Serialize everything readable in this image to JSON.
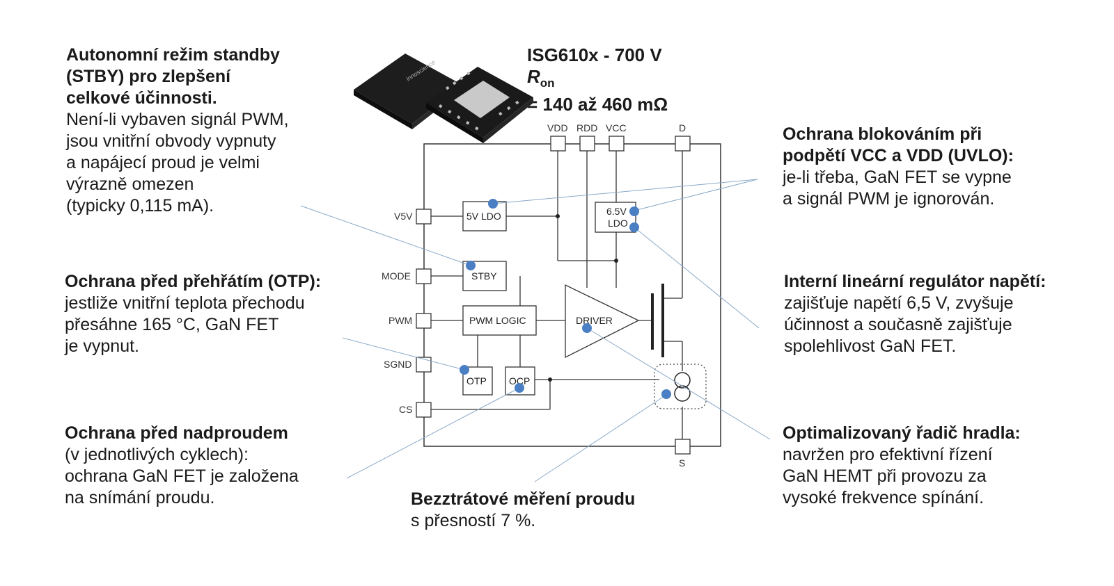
{
  "header": {
    "part": "ISG610x - 700 V",
    "ron_symbol": "R",
    "ron_subscript": "on",
    "ron_value": "= 140 až 460 mΩ"
  },
  "callouts": {
    "stby": {
      "title": [
        "Autonomní režim standby",
        "(STBY) pro zlepšení",
        "celkové účinnosti."
      ],
      "body": [
        "Není-li vybaven signál PWM,",
        "jsou vnitřní obvody vypnuty",
        "a napájecí proud je velmi",
        "výrazně omezen",
        "(typicky 0,115 mA)."
      ]
    },
    "otp": {
      "title": [
        "Ochrana před přehřátím (OTP):"
      ],
      "body": [
        "jestliže vnitřní teplota přechodu",
        "přesáhne 165 °C, GaN FET",
        "je vypnut."
      ]
    },
    "ocp": {
      "title": [
        "Ochrana před nadproudem"
      ],
      "body": [
        "(v jednotlivých cyklech):",
        "ochrana GaN FET je založena",
        "na snímání proudu."
      ]
    },
    "sense": {
      "title": [
        "Bezztrátové měření proudu"
      ],
      "body": [
        "s přesností 7 %."
      ]
    },
    "uvlo": {
      "title": [
        "Ochrana blokováním při",
        "podpětí VCC a VDD (UVLO):"
      ],
      "body": [
        "je-li třeba, GaN FET se vypne",
        "a signál PWM je ignorován."
      ]
    },
    "ldo": {
      "title": [
        "Interní lineární regulátor napětí:"
      ],
      "body": [
        "zajišťuje napětí 6,5 V, zvyšuje",
        "účinnost a současně zajišťuje",
        "spolehlivost GaN FET."
      ]
    },
    "driver": {
      "title": [
        "Optimalizovaný řadič hradla:"
      ],
      "body": [
        "navržen pro efektivní řízení",
        "GaN HEMT při provozu za",
        "vysoké frekvence spínání."
      ]
    }
  },
  "diagram": {
    "pins_top": [
      "VDD",
      "RDD",
      "VCC",
      "D"
    ],
    "pins_left": [
      "V5V",
      "MODE",
      "PWM",
      "SGND",
      "CS"
    ],
    "pin_bottom": "S",
    "blocks": {
      "ldo5": "5V LDO",
      "ldo65_line1": "6.5V",
      "ldo65_line2": "LDO",
      "stby": "STBY",
      "pwm_logic": "PWM LOGIC",
      "driver": "DRIVER",
      "otp": "OTP",
      "ocp": "OCP"
    },
    "chip_logo": "innoscience",
    "accent_color": "#4a7fc4",
    "leader_color": "#8aa9c8"
  }
}
